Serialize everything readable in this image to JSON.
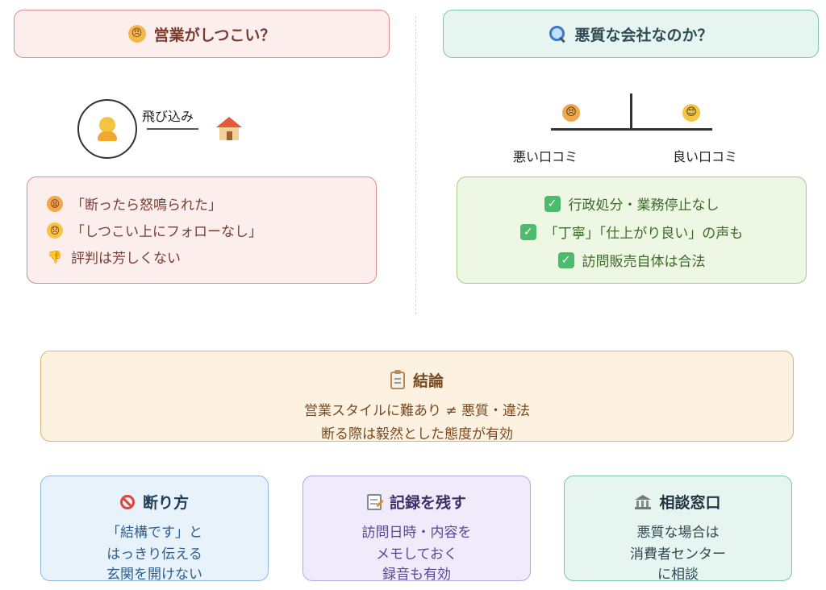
{
  "left_header": {
    "title": "営業がしつこい？",
    "icon": "angry-face-icon"
  },
  "right_header": {
    "title": "悪質な会社なのか？",
    "icon": "magnifier-icon"
  },
  "scene": {
    "label": "飛び込み",
    "person_icon": "person-icon",
    "house_icon": "house-icon"
  },
  "complaints": {
    "items": [
      {
        "icon": "shouting-face-icon",
        "text": "「断ったら怒鳴られた」"
      },
      {
        "icon": "disappointed-face-icon",
        "text": "「しつこい上にフォローなし」"
      },
      {
        "icon": "thumbs-down-icon",
        "text": "評判は芳しくない"
      }
    ]
  },
  "balance": {
    "bad_label": "悪い口コミ",
    "good_label": "良い口コミ",
    "bad_icon": "upset-face-icon",
    "good_icon": "smiling-face-icon"
  },
  "facts": {
    "items": [
      {
        "icon": "check-icon",
        "text": "行政処分・業務停止なし"
      },
      {
        "icon": "check-icon",
        "text": "「丁寧」「仕上がり良い」の声も"
      },
      {
        "icon": "check-icon",
        "text": "訪問販売自体は合法"
      }
    ]
  },
  "conclusion": {
    "title": "結論",
    "icon": "clipboard-icon",
    "line1": "営業スタイルに難あり ≠ 悪質・違法",
    "line2": "断る際は毅然とした態度が有効"
  },
  "cards": [
    {
      "title": "断り方",
      "icon": "prohibited-icon",
      "lines": [
        "「結構です」と",
        "はっきり伝える",
        "玄関を開けない"
      ]
    },
    {
      "title": "記録を残す",
      "icon": "memo-icon",
      "lines": [
        "訪問日時・内容を",
        "メモしておく",
        "録音も有効"
      ]
    },
    {
      "title": "相談窓口",
      "icon": "building-icon",
      "lines": [
        "悪質な場合は",
        "消費者センター",
        "に相談"
      ]
    }
  ],
  "colors": {
    "red_border": "#e08a8a",
    "red_fill": "#fdeeee",
    "red_text": "#7a3b2e",
    "teal_border": "#7cc4ae",
    "teal_fill": "#e6f5ef",
    "teal_text": "#2f4a55",
    "green_border": "#a5cf86",
    "green_fill": "#eef7e4",
    "green_text": "#3d6b2a",
    "orange_border": "#e0b078",
    "orange_fill": "#fdf1e1",
    "orange_text": "#7a4a1f",
    "blue_border": "#8fb8e0",
    "blue_fill": "#e8f2fb",
    "blue_text": "#2b5f8f",
    "purple_border": "#b3a6e0",
    "purple_fill": "#efebfb",
    "purple_text": "#5a4596",
    "check_green": "#4cbb6b"
  }
}
